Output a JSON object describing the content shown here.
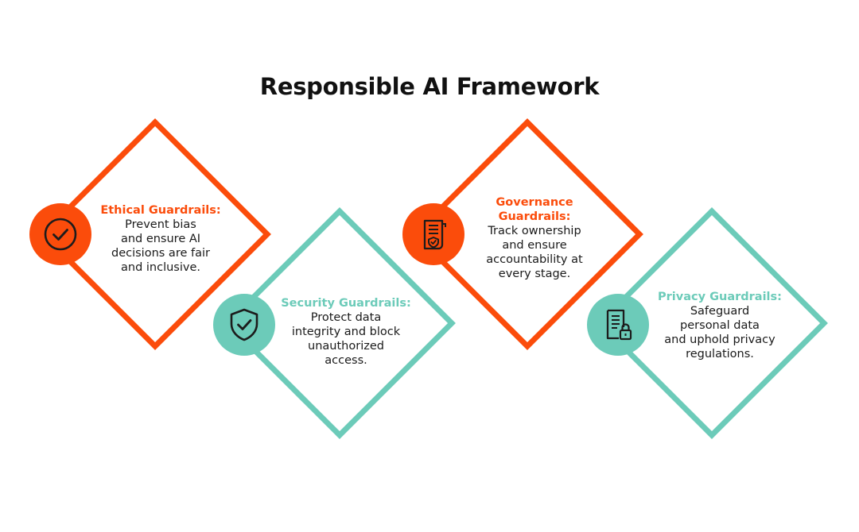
{
  "title": "Responsible AI Framework",
  "colors": {
    "orange": "#fb4c0b",
    "teal": "#6ccbb9",
    "text": "#1a1a1a",
    "title": "#111111",
    "icon_stroke": "#1c1c1c"
  },
  "cards": [
    {
      "id": "ethical",
      "color": "orange",
      "icon": "check-circle-icon",
      "heading": "Ethical Guardrails:",
      "description": "Prevent bias\nand ensure AI\ndecisions are fair\nand inclusive."
    },
    {
      "id": "security",
      "color": "teal",
      "icon": "shield-check-icon",
      "heading": "Security Guardrails:",
      "description": "Protect data\nintegrity and block\nunauthorized\naccess."
    },
    {
      "id": "governance",
      "color": "orange",
      "icon": "document-shield-icon",
      "heading": "Governance\nGuardrails:",
      "description": "Track ownership\nand ensure\naccountability at\nevery stage."
    },
    {
      "id": "privacy",
      "color": "teal",
      "icon": "document-lock-icon",
      "heading": "Privacy Guardrails:",
      "description": "Safeguard\npersonal data\nand uphold privacy\nregulations."
    }
  ]
}
